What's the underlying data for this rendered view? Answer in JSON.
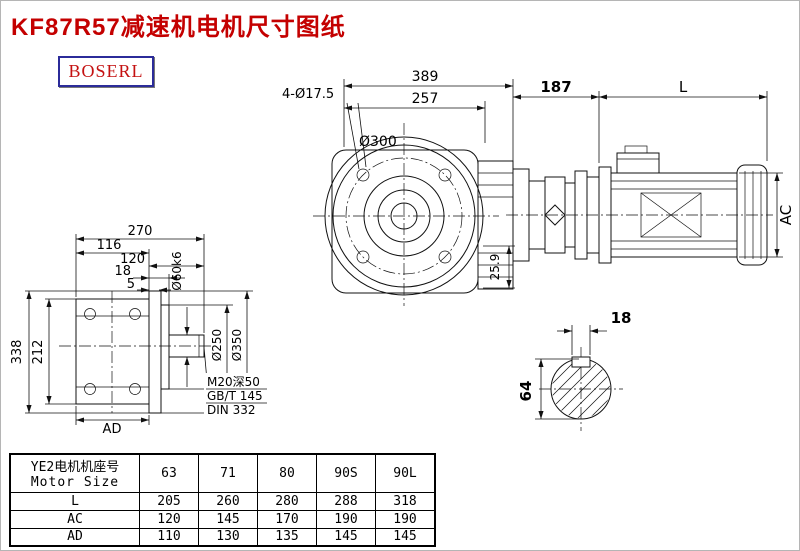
{
  "page": {
    "title": "KF87R57减速机电机尺寸图纸",
    "brand": "BOSERL"
  },
  "front_view": {
    "dim_width_total": "389",
    "dim_width_flange": "257",
    "dim_bolt_holes": "4-Ø17.5",
    "dim_flange_diameter": "Ø300",
    "dim_key": "25.9"
  },
  "motor_view": {
    "dim_adapter_length": "187",
    "dim_motor_length": "L",
    "dim_motor_height": "AC"
  },
  "side_view": {
    "dim_depth_total": "270",
    "dim_body_depth": "116",
    "dim_shaft_section": "120",
    "dim_flange_thickness": "18",
    "dim_pilot": "5",
    "dim_height_total": "338",
    "dim_center_height": "212",
    "dim_ad": "AD",
    "dim_shaft_diameter": "Ø60k6",
    "dim_pilot_diameter": "Ø250",
    "dim_flange_od": "Ø350",
    "note_tap": "M20深50",
    "note_gb": "GB/T 145",
    "note_din": "DIN 332"
  },
  "shaft_section": {
    "dim_key_width": "18",
    "dim_diameter": "64"
  },
  "table": {
    "col_header_cn": "YE2电机机座号",
    "col_header_en": "Motor Size",
    "sizes": [
      "63",
      "71",
      "80",
      "90S",
      "90L"
    ],
    "rows": [
      {
        "label": "L",
        "values": [
          "205",
          "260",
          "280",
          "288",
          "318"
        ]
      },
      {
        "label": "AC",
        "values": [
          "120",
          "145",
          "170",
          "190",
          "190"
        ]
      },
      {
        "label": "AD",
        "values": [
          "110",
          "130",
          "135",
          "145",
          "145"
        ]
      }
    ]
  }
}
